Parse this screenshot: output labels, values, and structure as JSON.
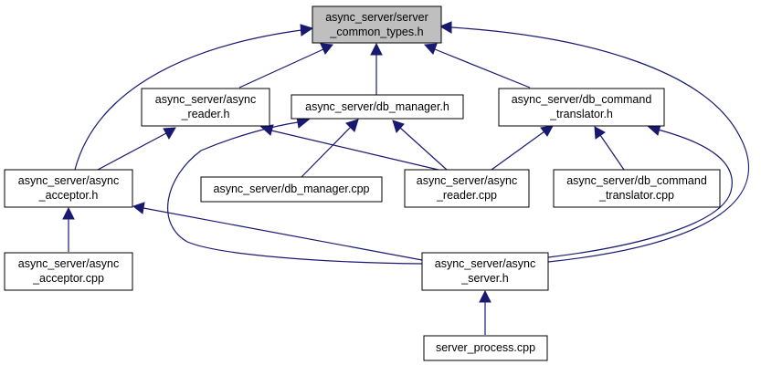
{
  "graph": {
    "nodes": {
      "server_common_types": {
        "line1": "async_server/server",
        "line2": "_common_types.h"
      },
      "async_reader_h": {
        "line1": "async_server/async",
        "line2": "_reader.h"
      },
      "db_manager_h": {
        "line1": "async_server/db_manager.h"
      },
      "db_command_translator_h": {
        "line1": "async_server/db_command",
        "line2": "_translator.h"
      },
      "async_acceptor_h": {
        "line1": "async_server/async",
        "line2": "_acceptor.h"
      },
      "db_manager_cpp": {
        "line1": "async_server/db_manager.cpp"
      },
      "async_reader_cpp": {
        "line1": "async_server/async",
        "line2": "_reader.cpp"
      },
      "db_command_translator_cpp": {
        "line1": "async_server/db_command",
        "line2": "_translator.cpp"
      },
      "async_acceptor_cpp": {
        "line1": "async_server/async",
        "line2": "_acceptor.cpp"
      },
      "async_server_h": {
        "line1": "async_server/async",
        "line2": "_server.h"
      },
      "server_process_cpp": {
        "line1": "server_process.cpp"
      }
    },
    "colors": {
      "edge": "#191970",
      "root_fill": "#bfbfbf",
      "node_fill": "#ffffff",
      "border": "#000000"
    }
  }
}
